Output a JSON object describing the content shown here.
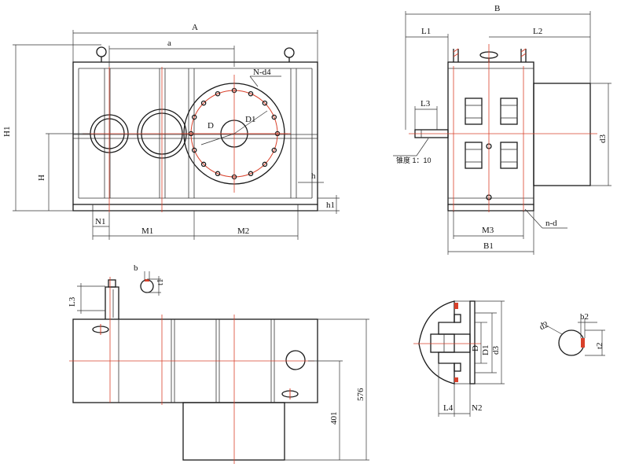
{
  "colors": {
    "line": "#1a1a1a",
    "centerline": "#d9412b",
    "background": "#ffffff"
  },
  "front_view": {
    "A": "A",
    "a": "a",
    "N_d4": "N-d4",
    "D": "D",
    "D1": "D1",
    "H1": "H1",
    "H": "H",
    "h": "h",
    "h1": "h1",
    "N1": "N1",
    "M1": "M1",
    "M2": "M2"
  },
  "side_view": {
    "B": "B",
    "L1": "L1",
    "L2": "L2",
    "L3": "L3",
    "d3": "d3",
    "taper": "锥度 1：10",
    "M3": "M3",
    "B1": "B1",
    "n_d": "n-d"
  },
  "top_view": {
    "L3": "L3",
    "b": "b",
    "t1": "t1",
    "dim_401": "401",
    "dim_576": "576"
  },
  "detail_view": {
    "L4": "L4",
    "N2": "N2",
    "D": "D",
    "D1": "D1",
    "d3": "d3"
  },
  "key_view": {
    "d2": "d2",
    "b2": "b2",
    "t2": "t2"
  }
}
